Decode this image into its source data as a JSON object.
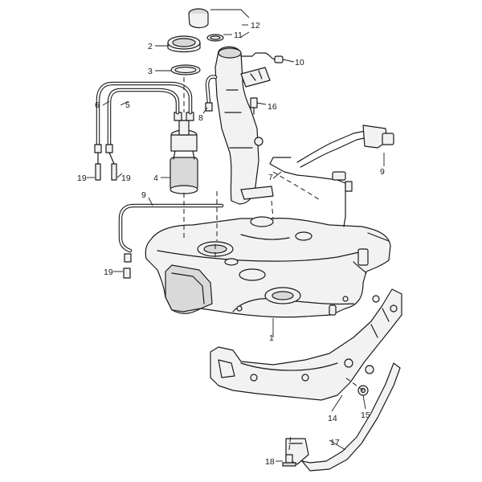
{
  "diagram": {
    "callouts": {
      "c1": "1",
      "c2": "2",
      "c3": "3",
      "c4": "4",
      "c5": "5",
      "c6": "6",
      "c7": "7",
      "c8": "8",
      "c9a": "9",
      "c9b": "9",
      "c10": "10",
      "c11": "11",
      "c12": "12",
      "c14": "14",
      "c15": "15",
      "c16": "16",
      "c17": "17",
      "c18": "18",
      "c19a": "19",
      "c19b": "19",
      "c19c": "19"
    }
  }
}
